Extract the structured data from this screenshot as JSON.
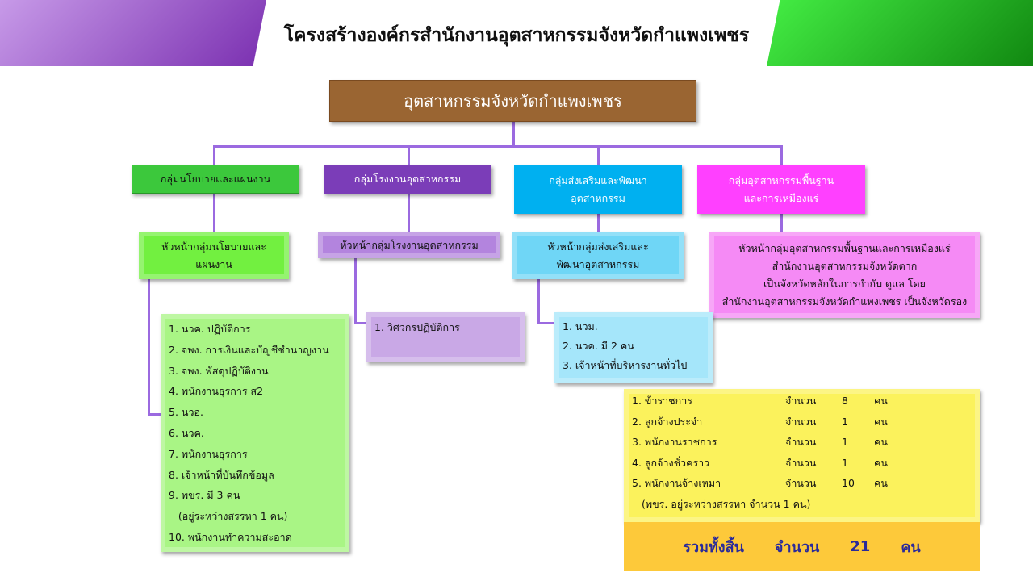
{
  "title": "โครงสร้างองค์กรสำนักงานอุตสาหกรรมจังหวัดกำแพงเพชร",
  "top": "อุตสาหกรรมจังหวัดกำแพงเพชร",
  "groups": [
    {
      "name": [
        "กลุ่มนโยบายและแผนงาน"
      ],
      "head": [
        "หัวหน้ากลุ่มนโยบายและ",
        "แผนงาน"
      ],
      "staff": [
        "1. นวค. ปฏิบัติการ",
        "2. จพง. การเงินและบัญชีชำนาญงาน",
        "3. จพง. พัสดุปฏิบัติงาน",
        "4. พนักงานธุรการ ส2",
        "5. นวอ.",
        "6. นวค.",
        "7. พนักงานธุรการ",
        "8. เจ้าหน้าที่บันทึกข้อมูล",
        "9. พขร. มี 3 คน",
        "   (อยู่ระหว่างสรรหา 1 คน)",
        "10. พนักงานทำความสะอาด"
      ]
    },
    {
      "name": [
        "กลุ่มโรงงานอุตสาหกรรม"
      ],
      "head": [
        "หัวหน้ากลุ่มโรงงานอุตสาหกรรม"
      ],
      "staff": [
        "1. วิศวกรปฏิบัติการ"
      ]
    },
    {
      "name": [
        "กลุ่มส่งเสริมและพัฒนา",
        "อุตสาหกรรม"
      ],
      "head": [
        "หัวหน้ากลุ่มส่งเสริมและ",
        "พัฒนาอุตสาหกรรม"
      ],
      "staff": [
        "1. นวม.",
        "2. นวค. มี 2 คน",
        "3. เจ้าหน้าที่บริหารงานทั่วไป"
      ]
    },
    {
      "name": [
        "กลุ่มอุตสาหกรรมพื้นฐาน",
        "และการเหมืองแร่"
      ],
      "head": [
        "หัวหน้ากลุ่มอุตสาหกรรมพื้นฐานและการเหมืองแร่",
        "สำนักงานอุตสาหกรรมจังหวัดตาก",
        "เป็นจังหวัดหลักในการกำกับ ดูแล โดย",
        "สำนักงานอุตสาหกรรมจังหวัดกำแพงเพชร เป็นจังหวัดรอง"
      ]
    }
  ],
  "counts": [
    {
      "label": "1. ข้าราชการ",
      "word": "จำนวน",
      "n": "8",
      "unit": "คน"
    },
    {
      "label": "2. ลูกจ้างประจำ",
      "word": "จำนวน",
      "n": "1",
      "unit": "คน"
    },
    {
      "label": "3. พนักงานราชการ",
      "word": "จำนวน",
      "n": "1",
      "unit": "คน"
    },
    {
      "label": "4. ลูกจ้างชั่วคราว",
      "word": "จำนวน",
      "n": "1",
      "unit": "คน"
    },
    {
      "label": "5. พนักงานจ้างเหมา",
      "word": "จำนวน",
      "n": "10",
      "unit": "คน"
    }
  ],
  "counts_note": "(พขร. อยู่ระหว่างสรรหา จำนวน 1 คน)",
  "total": {
    "label": "รวมทั้งสิ้น",
    "word": "จำนวน",
    "n": "21",
    "unit": "คน"
  }
}
